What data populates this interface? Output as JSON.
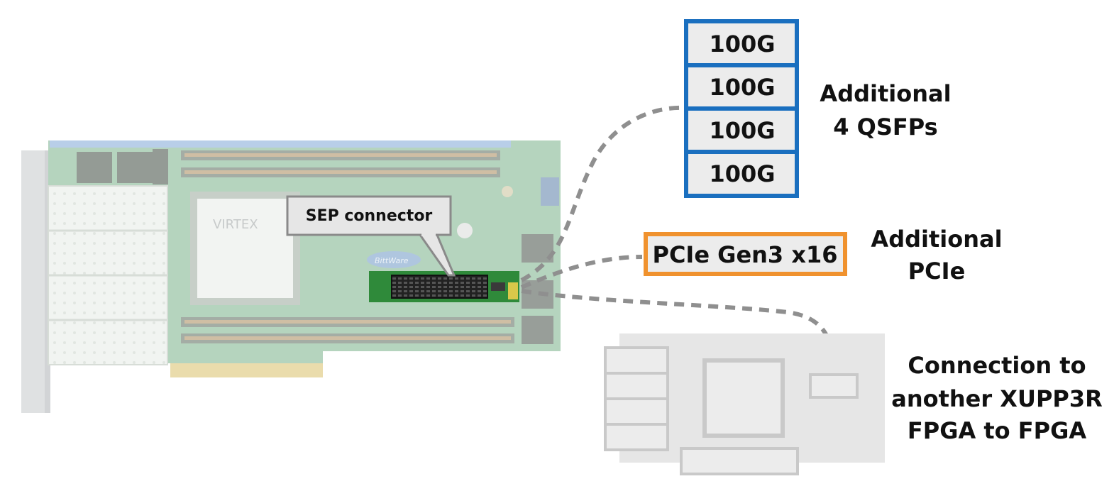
{
  "qsfp": {
    "ports": [
      "100G",
      "100G",
      "100G",
      "100G"
    ],
    "caption_line1": "Additional",
    "caption_line2": "4 QSFPs",
    "border_color": "#1a6fbf"
  },
  "pcie": {
    "label": "PCIe Gen3 x16",
    "caption_line1": "Additional",
    "caption_line2": "PCIe",
    "border_color": "#f0922e"
  },
  "sep": {
    "label": "SEP connector"
  },
  "board": {
    "chip_label_1": "VIRTEX",
    "logo_text": "BittWare"
  },
  "link": {
    "caption_line1": "Connection to",
    "caption_line2": "another XUPP3R",
    "caption_line3": "FPGA to FPGA"
  }
}
